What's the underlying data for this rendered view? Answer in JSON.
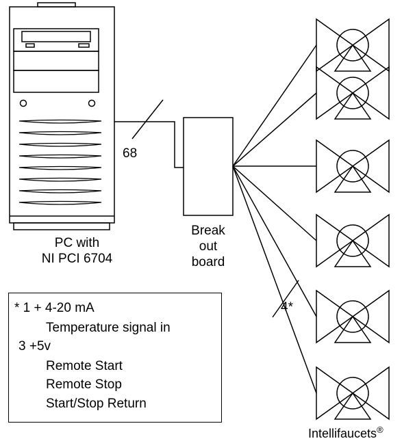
{
  "pc": {
    "caption_line1": "PC with",
    "caption_line2": "NI PCI 6704"
  },
  "breakout": {
    "line1": "Break",
    "line2": "out",
    "line3": "board"
  },
  "cables": {
    "pc_to_board_label": "68",
    "board_to_valves_label": "4*"
  },
  "notes": {
    "line1": "* 1 + 4-20 mA",
    "line2": "Temperature signal in",
    "line3": "3 +5v",
    "line4": "Remote Start",
    "line5": "Remote Stop",
    "line6": "Start/Stop Return"
  },
  "valves": {
    "caption": "Intellifaucets",
    "registered_mark": "®",
    "count": 6
  }
}
